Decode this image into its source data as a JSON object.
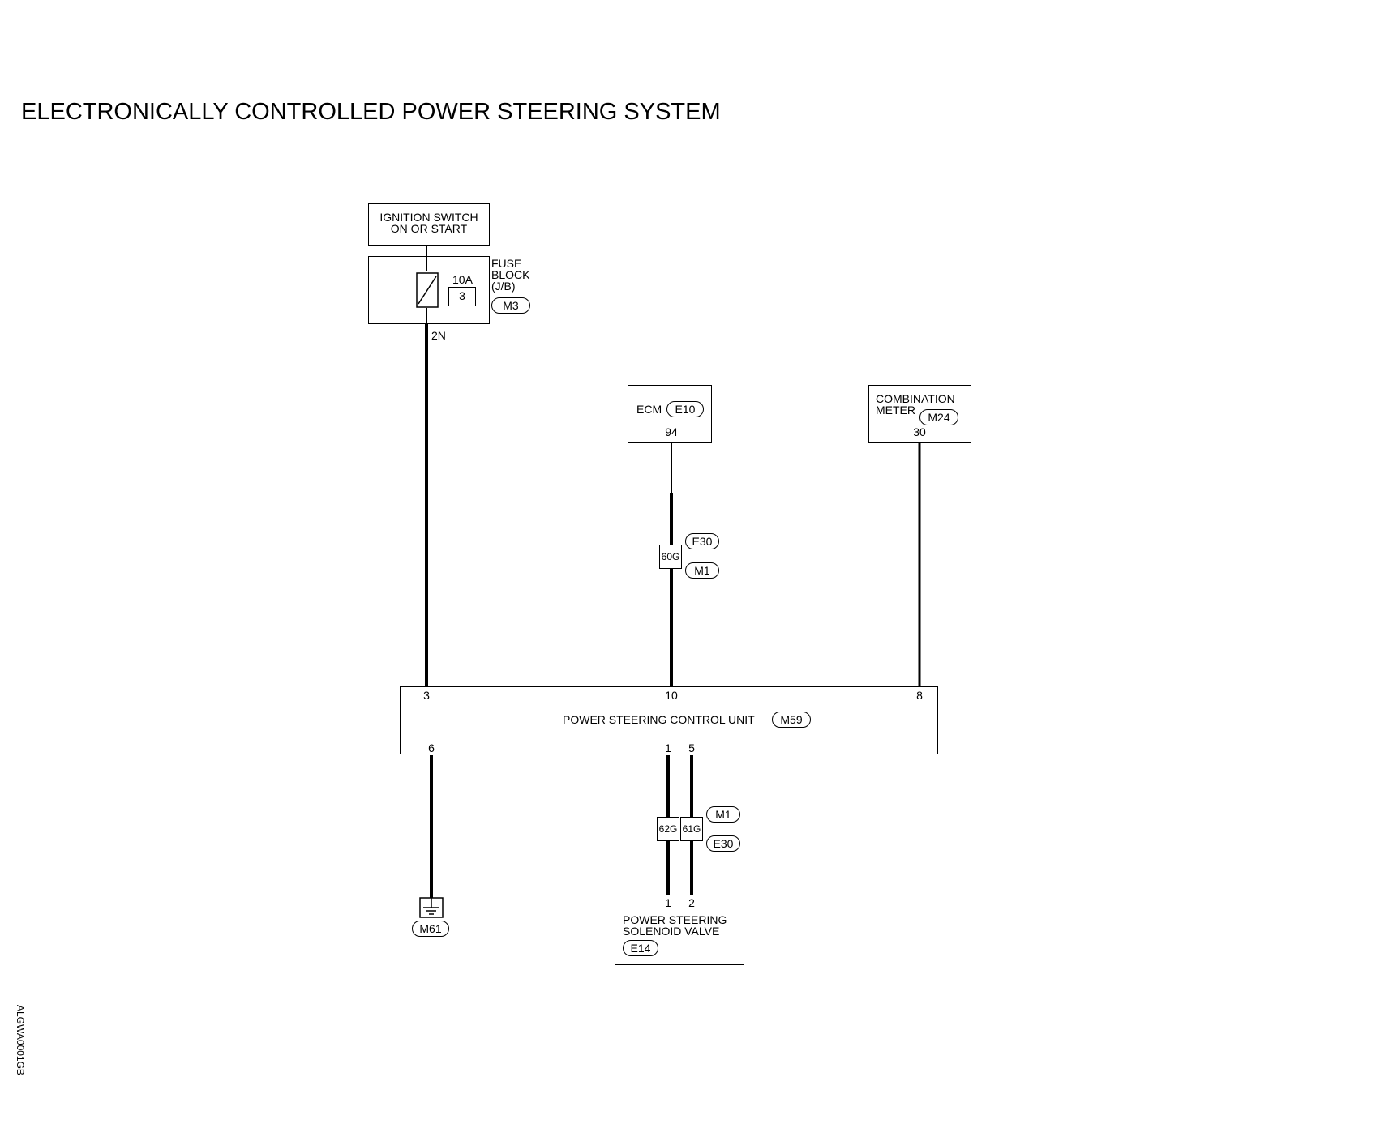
{
  "title": "ELECTRONICALLY CONTROLLED POWER STEERING SYSTEM",
  "image_code": "ALGWA0001GB",
  "ignition": {
    "line1": "IGNITION SWITCH",
    "line2": "ON OR START"
  },
  "fuse_block": {
    "line1": "FUSE",
    "line2": "BLOCK",
    "line3": "(J/B)",
    "connector": "M3",
    "fuse_rating": "10A",
    "fuse_number": "3",
    "terminal": "2N"
  },
  "ecm": {
    "label": "ECM",
    "connector": "E10",
    "terminal": "94"
  },
  "combination_meter": {
    "line1": "COMBINATION",
    "line2": "METER",
    "connector": "M24",
    "terminal": "30"
  },
  "harness_upper": {
    "pin": "60G",
    "connector_top": "E30",
    "connector_bottom": "M1"
  },
  "control_unit": {
    "label": "POWER STEERING CONTROL UNIT",
    "connector": "M59",
    "terminals_top": [
      "3",
      "10",
      "8"
    ],
    "terminals_bottom": [
      "6",
      "1",
      "5"
    ]
  },
  "harness_lower": {
    "pin_left": "62G",
    "pin_right": "61G",
    "connector_top": "M1",
    "connector_bottom": "E30"
  },
  "ground": {
    "connector": "M61"
  },
  "solenoid": {
    "line1": "POWER STEERING",
    "line2": "SOLENOID VALVE",
    "connector": "E14",
    "terminals": [
      "1",
      "2"
    ]
  }
}
